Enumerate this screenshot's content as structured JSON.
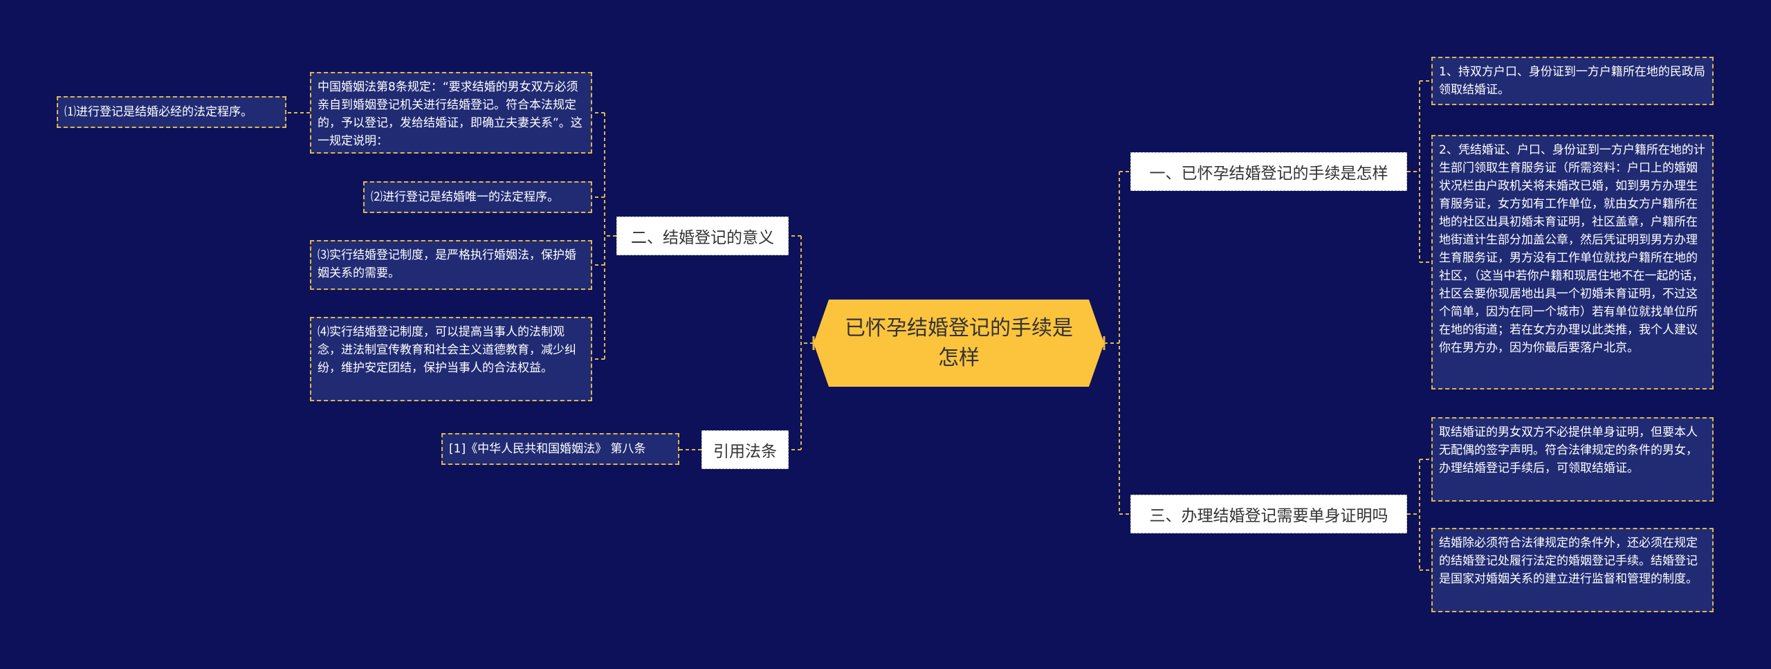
{
  "colors": {
    "background": "#0c1159",
    "root_fill": "#fcc43d",
    "leaf_fill": "#212b73",
    "connector": "#e0b84a"
  },
  "root": {
    "text": "已怀孕结婚登记的手续是怎样"
  },
  "right_branches": [
    {
      "title": "一、已怀孕结婚登记的手续是怎样",
      "leaves": [
        "1、持双方户口、身份证到一方户籍所在地的民政局领取结婚证。",
        "2、凭结婚证、户口、身份证到一方户籍所在地的计生部门领取生育服务证（所需资料：户口上的婚姻状况栏由户政机关将未婚改已婚，如到男方办理生育服务证，女方如有工作单位，就由女方户籍所在地的社区出具初婚未育证明，社区盖章，户籍所在地街道计生部分加盖公章，然后凭证明到男方办理生育服务证，男方没有工作单位就找户籍所在地的社区，（这当中若你户籍和现居住地不在一起的话，社区会要你现居地出具一个初婚未育证明，不过这个简单，因为在同一个城市）若有单位就找单位所在地的街道；若在女方办理以此类推，我个人建议你在男方办，因为你最后要落户北京。"
      ]
    },
    {
      "title": "三、办理结婚登记需要单身证明吗",
      "leaves": [
        "取结婚证的男女双方不必提供单身证明，但要本人无配偶的签字声明。符合法律规定的条件的男女，办理结婚登记手续后，可领取结婚证。",
        "结婚除必须符合法律规定的条件外，还必须在规定的结婚登记处履行法定的婚姻登记手续。结婚登记是国家对婚姻关系的建立进行监督和管理的制度。"
      ]
    }
  ],
  "left_branches": [
    {
      "title": "二、结婚登记的意义",
      "leaves": [
        "中国婚姻法第8条规定：“要求结婚的男女双方必须亲自到婚姻登记机关进行结婚登记。符合本法规定的，予以登记，发给结婚证，即确立夫妻关系”。这一规定说明：",
        "⑵进行登记是结婚唯一的法定程序。",
        "⑶实行结婚登记制度，是严格执行婚姻法，保护婚姻关系的需要。",
        "⑷实行结婚登记制度，可以提高当事人的法制观念，进法制宣传教育和社会主义道德教育，减少纠纷，维护安定团结，保护当事人的合法权益。"
      ],
      "sub_leaf": "⑴进行登记是结婚必经的法定程序。"
    },
    {
      "title": "引用法条",
      "leaves": [
        "[1]《中华人民共和国婚姻法》 第八条"
      ]
    }
  ]
}
